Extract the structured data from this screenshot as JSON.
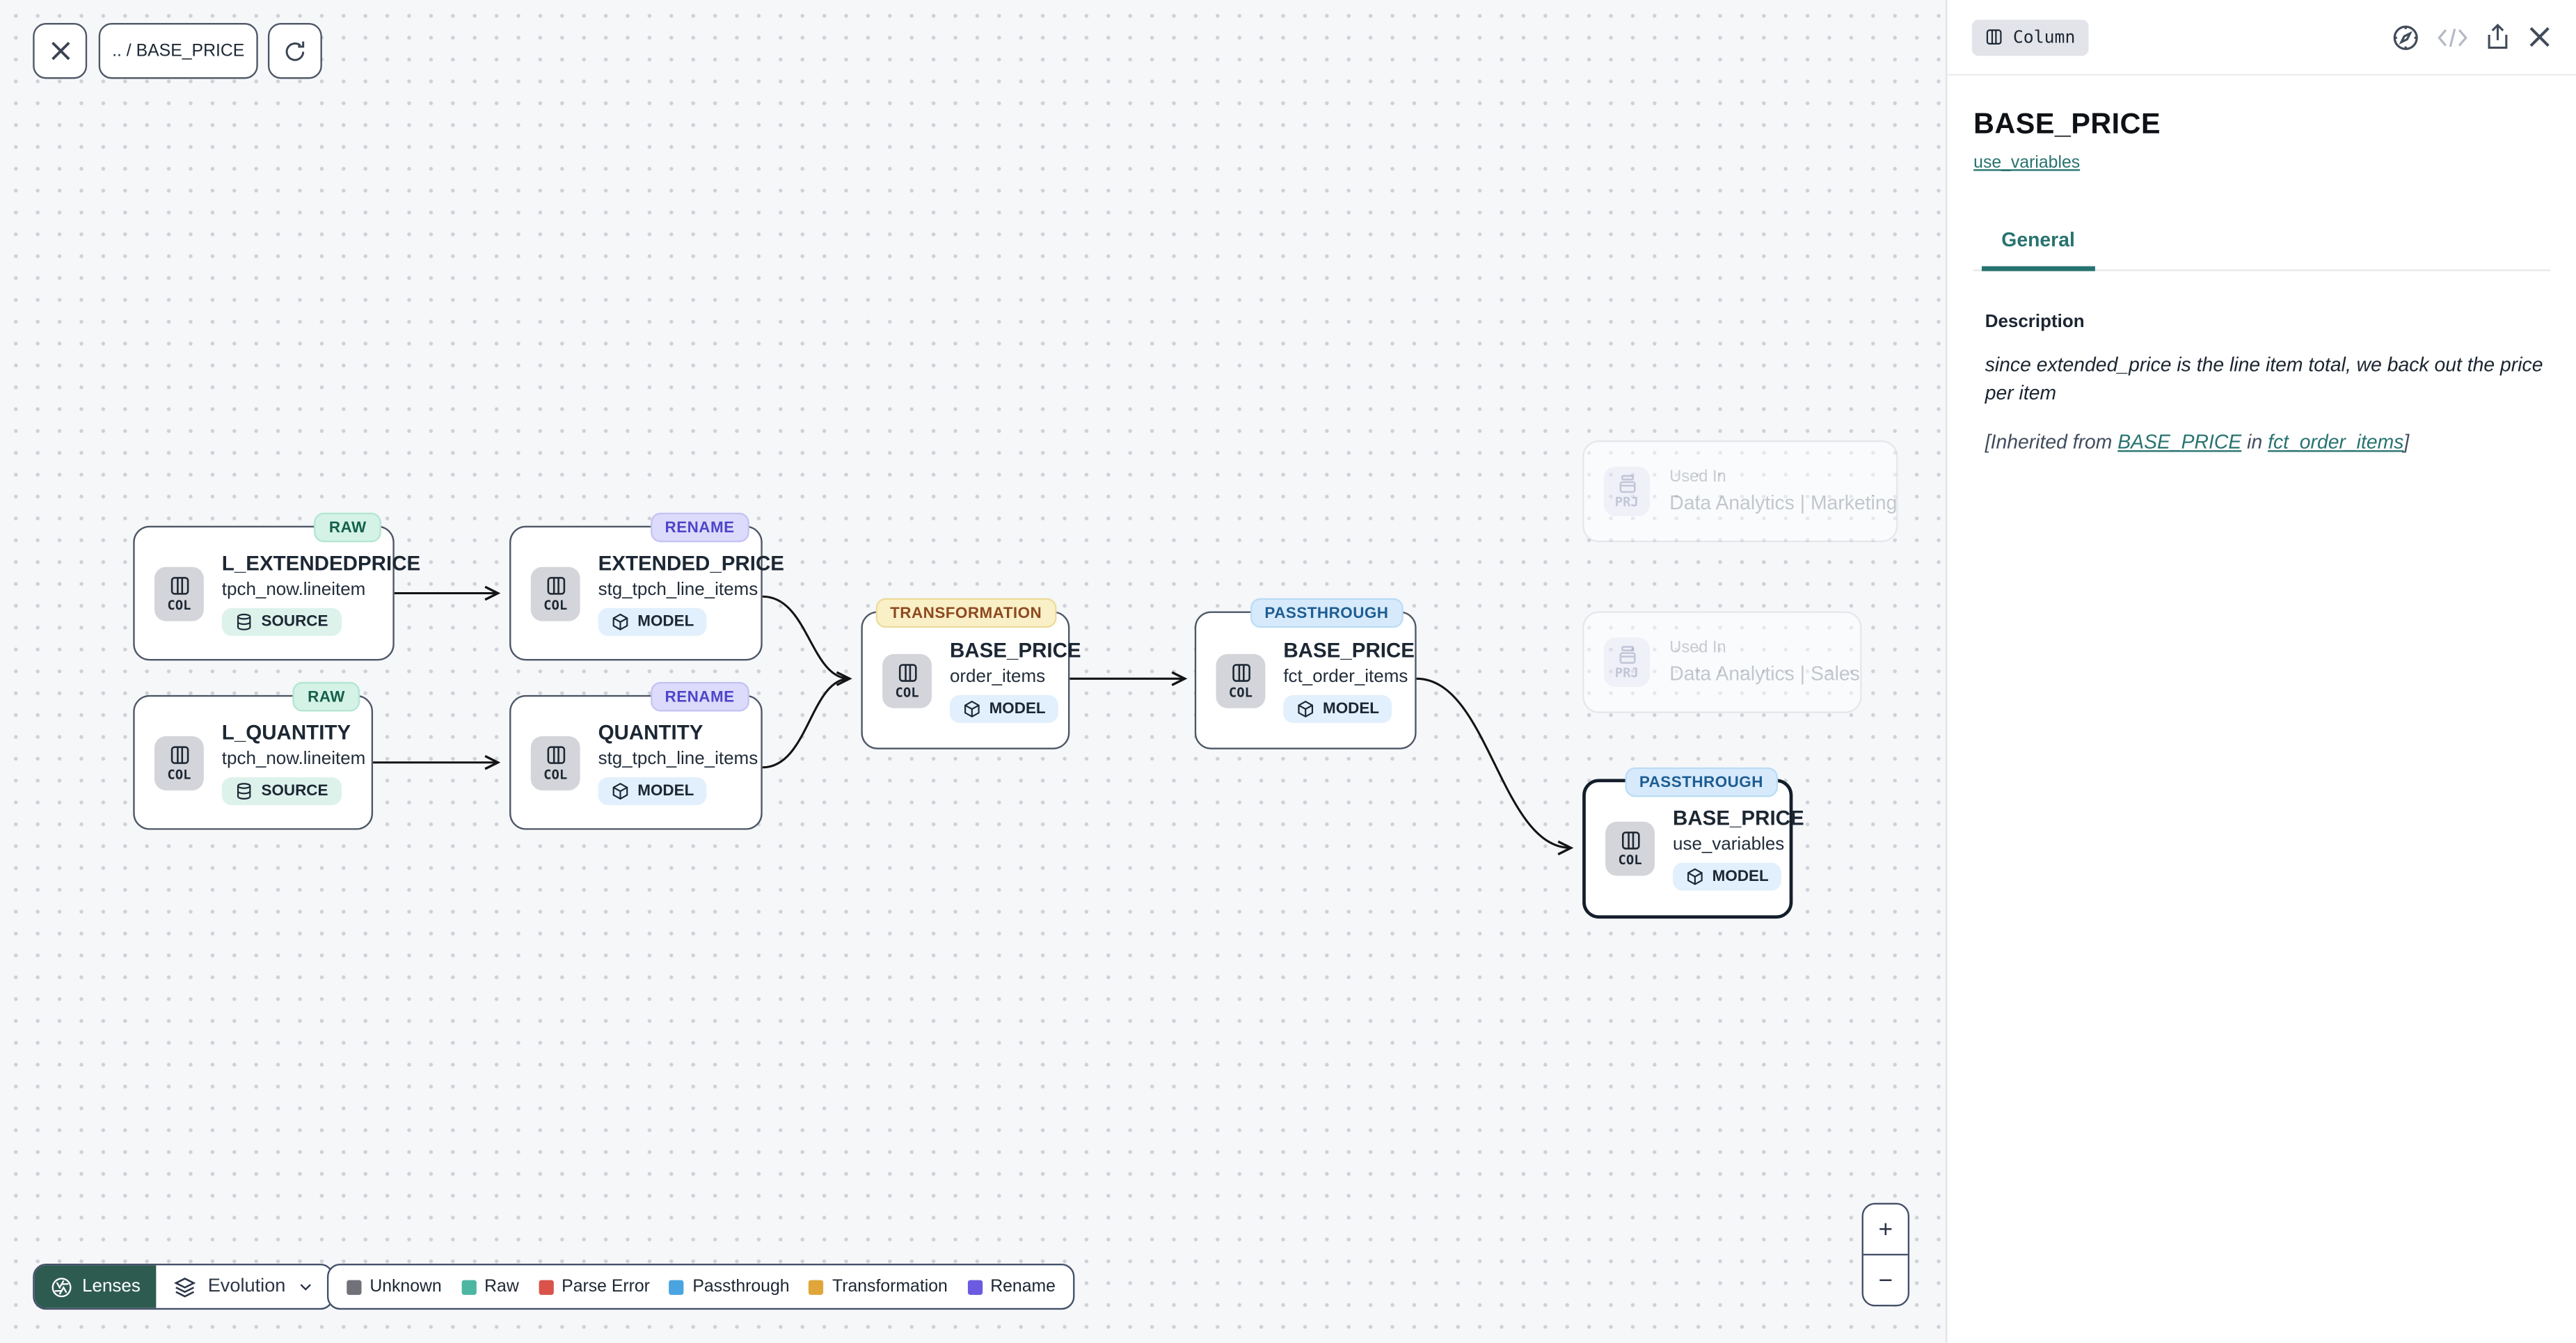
{
  "toolbar": {
    "breadcrumb": ".. / BASE_PRICE"
  },
  "nodes": [
    {
      "badge": "RAW",
      "type_label": "COL",
      "title": "L_EXTENDEDPRICE",
      "subtitle": "tpch_now.lineitem",
      "tag": "SOURCE"
    },
    {
      "badge": "RENAME",
      "type_label": "COL",
      "title": "EXTENDED_PRICE",
      "subtitle": "stg_tpch_line_items",
      "tag": "MODEL"
    },
    {
      "badge": "TRANSFORMATION",
      "type_label": "COL",
      "title": "BASE_PRICE",
      "subtitle": "order_items",
      "tag": "MODEL"
    },
    {
      "badge": "PASSTHROUGH",
      "type_label": "COL",
      "title": "BASE_PRICE",
      "subtitle": "fct_order_items",
      "tag": "MODEL"
    },
    {
      "badge": "PASSTHROUGH",
      "type_label": "COL",
      "title": "BASE_PRICE",
      "subtitle": "use_variables",
      "tag": "MODEL",
      "selected": true
    },
    {
      "badge": "RAW",
      "type_label": "COL",
      "title": "L_QUANTITY",
      "subtitle": "tpch_now.lineitem",
      "tag": "SOURCE"
    },
    {
      "badge": "RENAME",
      "type_label": "COL",
      "title": "QUANTITY",
      "subtitle": "stg_tpch_line_items",
      "tag": "MODEL"
    }
  ],
  "used_in": [
    {
      "type_label": "PRJ",
      "label": "Used In",
      "project": "Data Analytics | Marketing"
    },
    {
      "type_label": "PRJ",
      "label": "Used In",
      "project": "Data Analytics | Sales"
    }
  ],
  "lenses": {
    "button_label": "Lenses",
    "selected_lens": "Evolution"
  },
  "legend": [
    {
      "label": "Unknown",
      "color": "#717179"
    },
    {
      "label": "Raw",
      "color": "#4db6a2"
    },
    {
      "label": "Parse Error",
      "color": "#d9534a"
    },
    {
      "label": "Passthrough",
      "color": "#4aa4e0"
    },
    {
      "label": "Transformation",
      "color": "#e0a63a"
    },
    {
      "label": "Rename",
      "color": "#6b5be0"
    }
  ],
  "zoom_controls": {
    "zoom_in": "+",
    "zoom_out": "−"
  },
  "panel": {
    "type_badge": "Column",
    "title": "BASE_PRICE",
    "model_link": "use_variables",
    "tabs": [
      {
        "label": "General",
        "active": true
      }
    ],
    "description_label": "Description",
    "description": "since extended_price is the line item total, we back out the price per item",
    "inherited_prefix": "[Inherited from ",
    "inherited_link1": "BASE_PRICE",
    "inherited_middle": " in ",
    "inherited_link2": "fct_order_items",
    "inherited_suffix": "]"
  },
  "colors": {
    "accent_teal": "#27736f",
    "lenses_button": "#2e5b50",
    "selected_node_border": "#141e2b",
    "badge_raw_bg": "#d4f3e6",
    "badge_rename_bg": "#dcdbfb",
    "badge_transformation_bg": "#faf0c8",
    "badge_passthrough_bg": "#d7eafb"
  }
}
